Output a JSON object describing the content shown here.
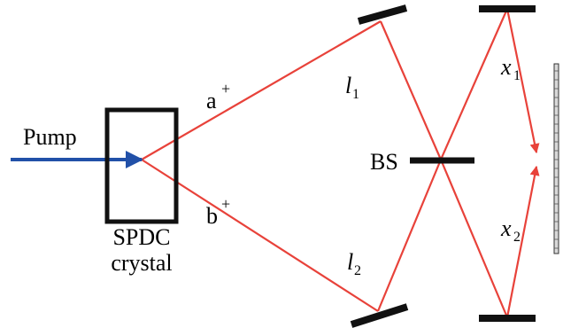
{
  "labels": {
    "pump": "Pump",
    "crystal_line1": "SPDC",
    "crystal_line2": "crystal",
    "mode_a": "a",
    "mode_a_sup": "+",
    "mode_b": "b",
    "mode_b_sup": "+",
    "l1": "l",
    "l1_sub": "1",
    "l2": "l",
    "l2_sub": "2",
    "beamsplitter": "BS",
    "x1": "x",
    "x1_sub": "1",
    "x2": "x",
    "x2_sub": "2"
  },
  "colors": {
    "beam": "#E8423A",
    "pump": "#2150A8",
    "optic": "#111111"
  }
}
